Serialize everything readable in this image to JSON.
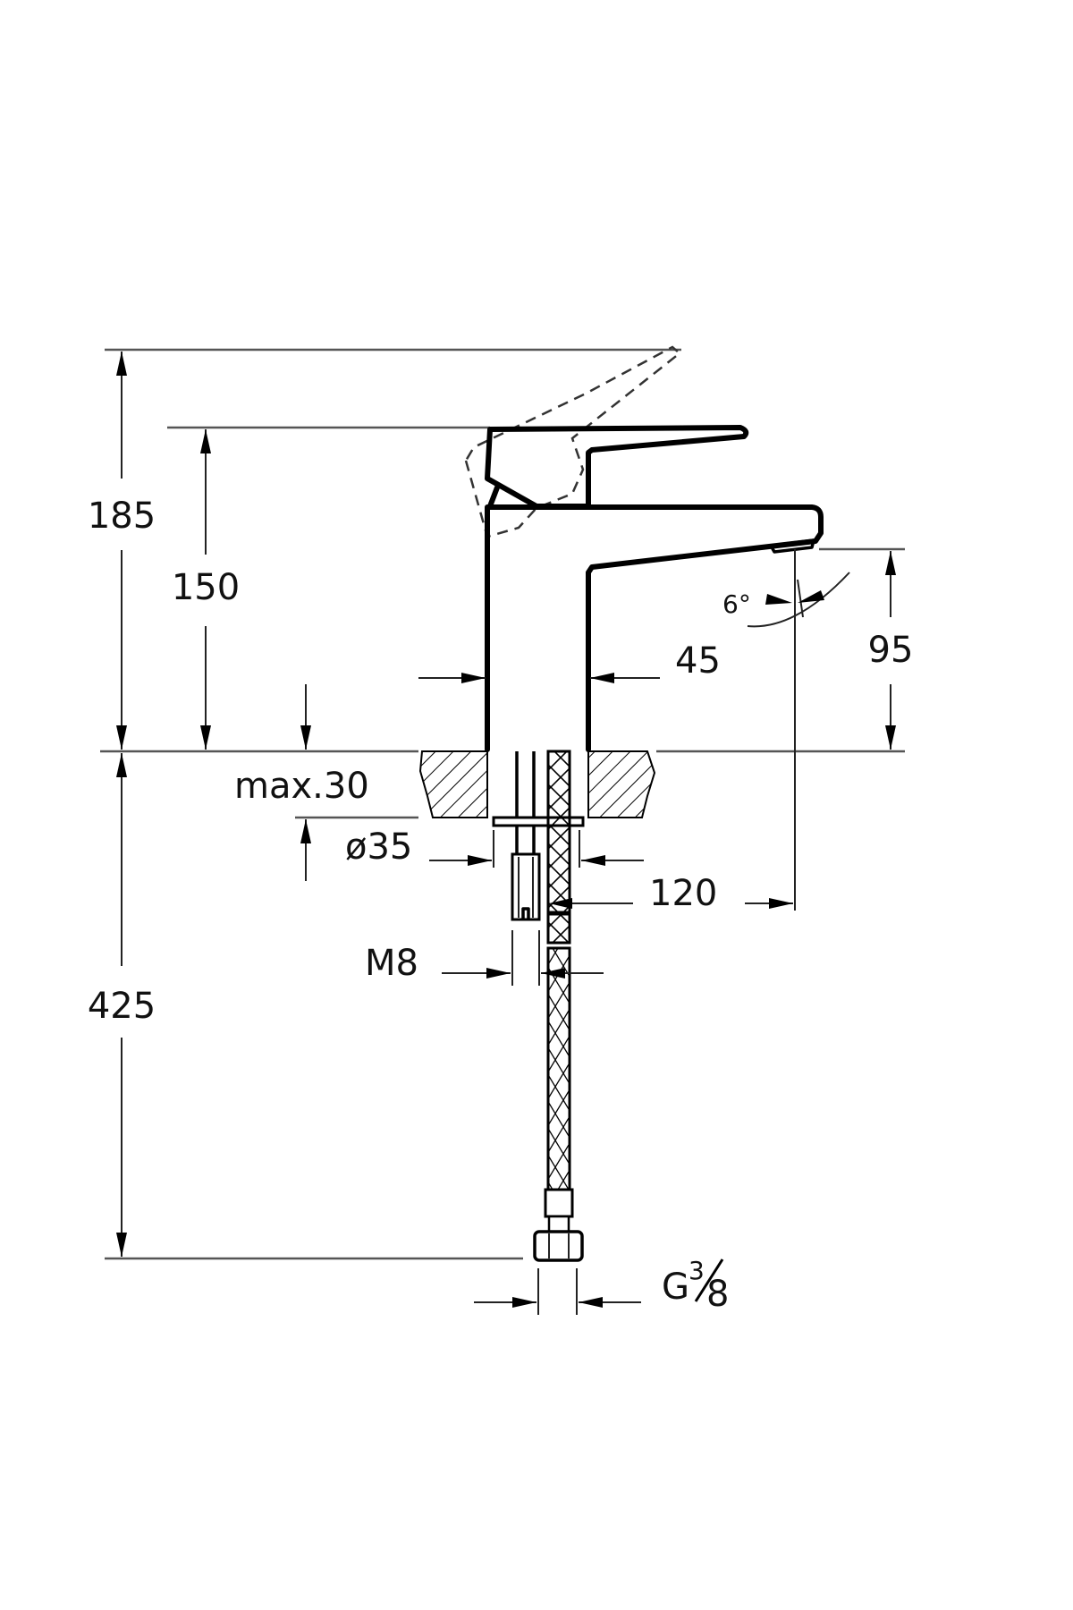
{
  "drawing": {
    "type": "technical-dimension-drawing",
    "subject": "single-lever basin mixer faucet",
    "units": "mm",
    "colors": {
      "line": "#000000",
      "background": "#ffffff",
      "extension": "#555555"
    }
  },
  "dimensions": {
    "total_height_lever_open": "185",
    "height_to_lever_top": "150",
    "max_counter_thickness": "max.30",
    "mounting_hole_diameter": "ø35",
    "body_width": "45",
    "spout_reach": "120",
    "spout_height": "95",
    "spout_angle": "6°",
    "stud_thread": "M8",
    "hose_length": "425",
    "hose_connection_g": "G",
    "hose_connection_num": "3",
    "hose_connection_den": "8"
  }
}
